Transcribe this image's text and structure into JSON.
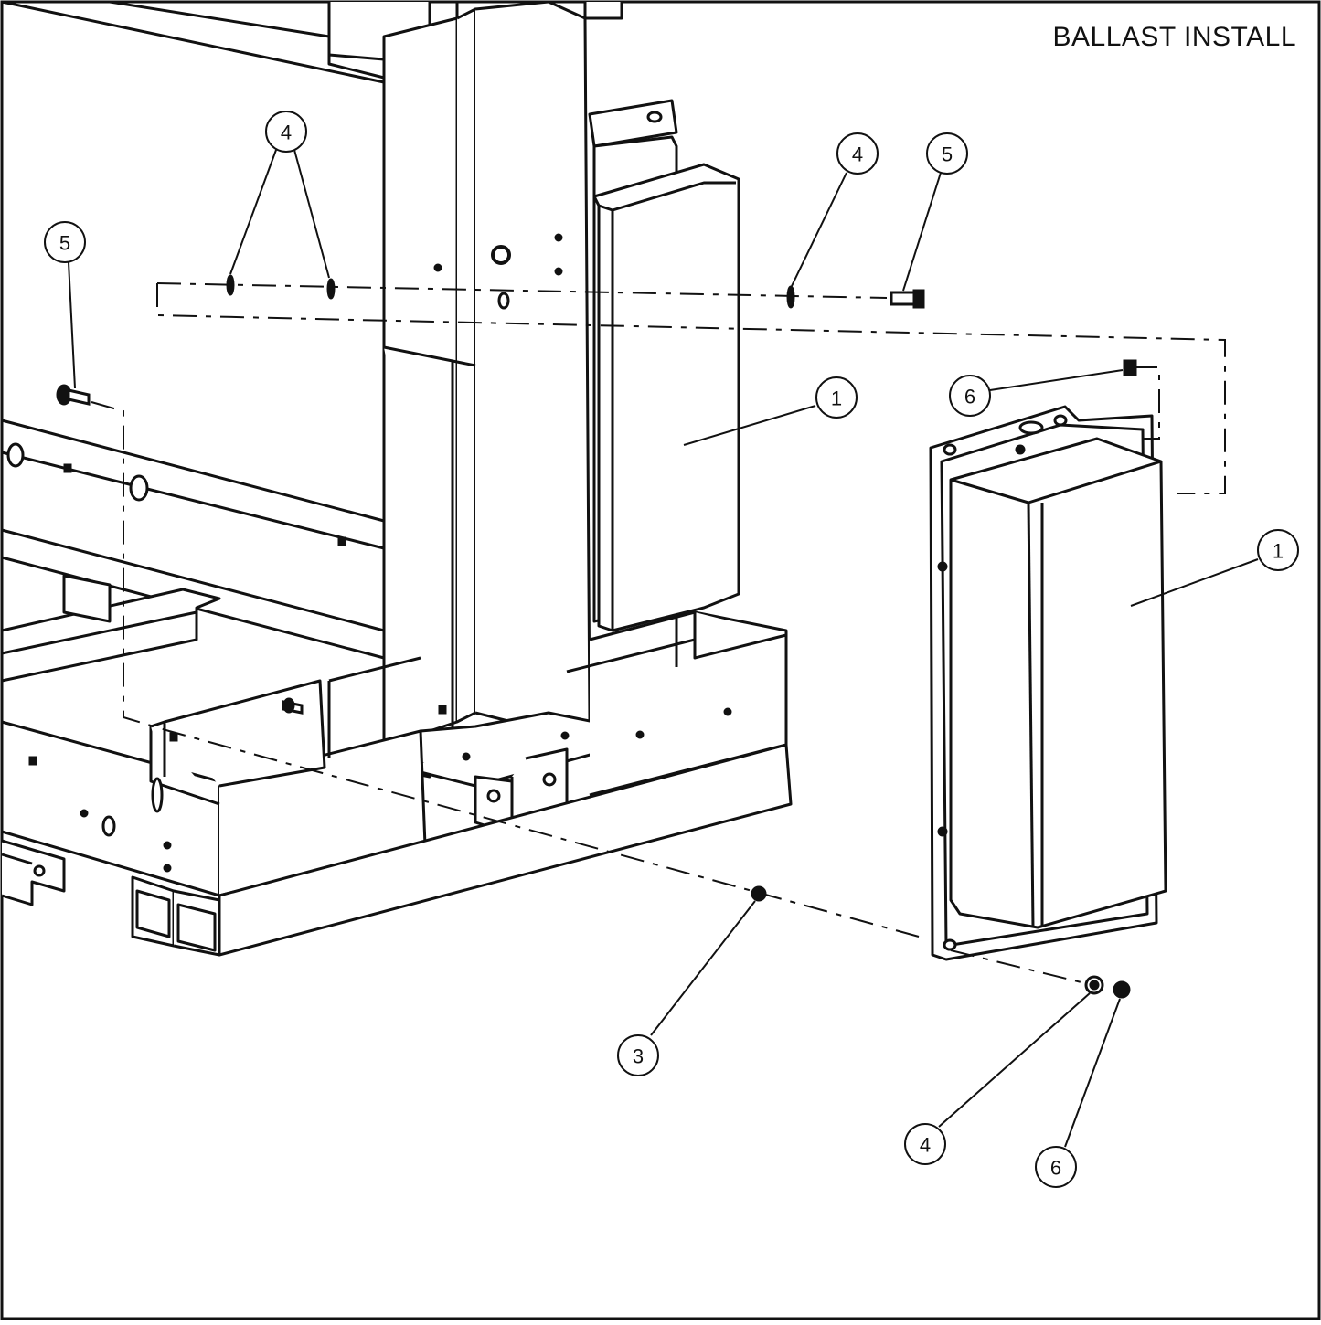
{
  "title": "BALLAST INSTALL",
  "callouts": [
    {
      "id": "c4-top-left",
      "label": "4"
    },
    {
      "id": "c4-top-right",
      "label": "4"
    },
    {
      "id": "c5-top",
      "label": "5"
    },
    {
      "id": "c5-left",
      "label": "5"
    },
    {
      "id": "c6-upper",
      "label": "6"
    },
    {
      "id": "c1-mounted",
      "label": "1"
    },
    {
      "id": "c1-exploded",
      "label": "1"
    },
    {
      "id": "c3",
      "label": "3"
    },
    {
      "id": "c4-bottom",
      "label": "4"
    },
    {
      "id": "c6-bottom",
      "label": "6"
    }
  ],
  "colors": {
    "line": "#111111",
    "background": "#ffffff"
  }
}
